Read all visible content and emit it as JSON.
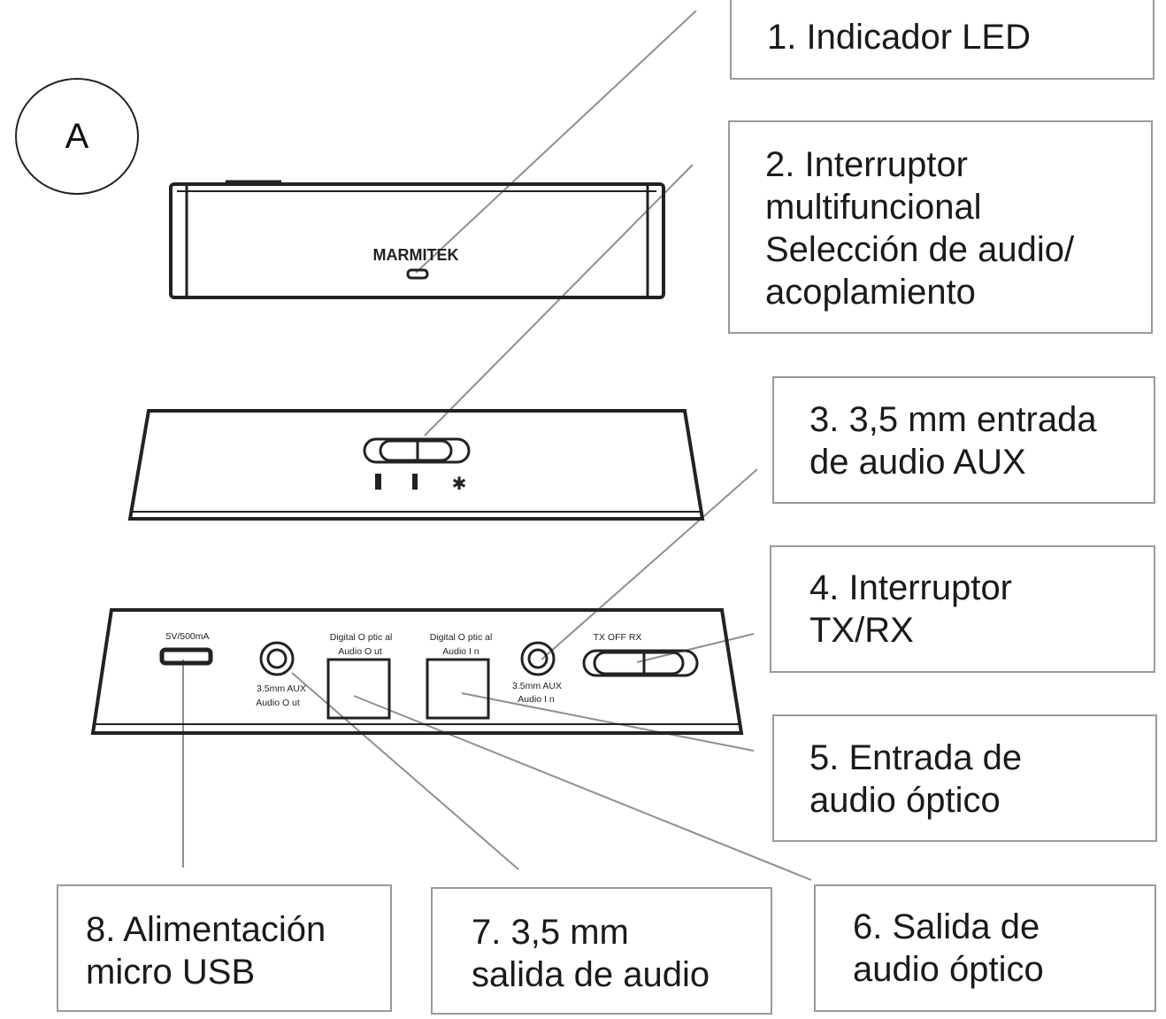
{
  "badge": "A",
  "callouts": [
    {
      "id": "1",
      "lines": [
        "1. Indicador LED"
      ]
    },
    {
      "id": "2",
      "lines": [
        "2. Interruptor",
        "multifuncional",
        "Selección de audio/",
        "acoplamiento"
      ]
    },
    {
      "id": "3",
      "lines": [
        "3. 3,5 mm entrada",
        "de audio AUX"
      ]
    },
    {
      "id": "4",
      "lines": [
        "4. Interruptor",
        "TX/RX"
      ]
    },
    {
      "id": "5",
      "lines": [
        "5. Entrada de",
        "audio óptico"
      ]
    },
    {
      "id": "6",
      "lines": [
        "6. Salida de",
        "audio óptico"
      ]
    },
    {
      "id": "7",
      "lines": [
        "7. 3,5 mm",
        "salida de audio"
      ]
    },
    {
      "id": "8",
      "lines": [
        "8. Alimentación",
        "micro USB"
      ]
    }
  ],
  "device": {
    "brand": "MARMITEK",
    "power_label": "5V/500mA",
    "aux_out_label": [
      "3.5mm AUX",
      "Audio O ut"
    ],
    "optical_out_label": [
      "Digital O ptic al",
      "Audio O ut"
    ],
    "optical_in_label": [
      "Digital O ptic al",
      "Audio I n"
    ],
    "aux_in_label": [
      "3.5mm AUX",
      "Audio I n"
    ],
    "mode_switch_label": "TX OFF RX"
  }
}
